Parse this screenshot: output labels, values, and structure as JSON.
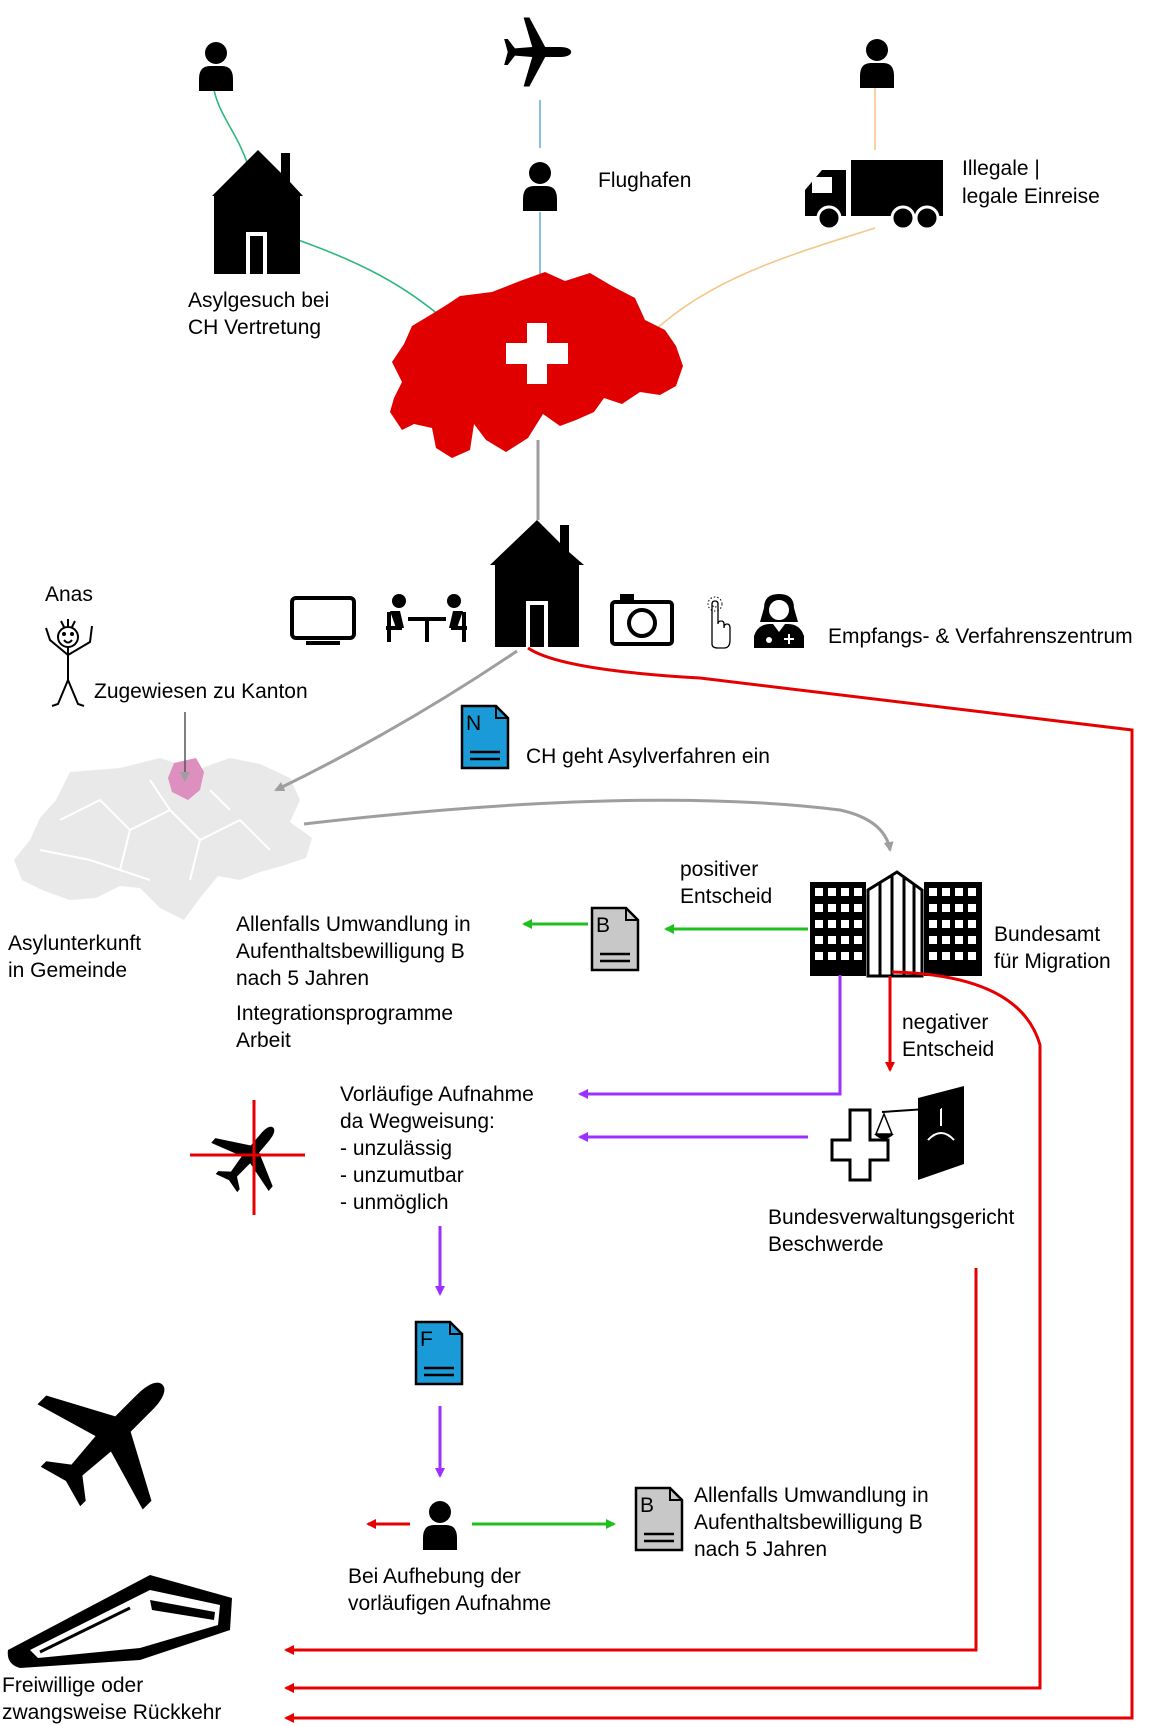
{
  "labels": {
    "anas": "Anas",
    "asyl_gesuch_line1": "Asylgesuch bei",
    "asyl_gesuch_line2": "CH Vertretung",
    "flughafen": "Flughafen",
    "einreise_line1": "Illegale |",
    "einreise_line2": "legale Einreise",
    "zentrum": "Empfangs- & Verfahrenszentrum",
    "zugewiesen": "Zugewiesen zu Kanton",
    "ch_geht_ein": "CH geht Asylverfahren ein",
    "positiver_line1": "positiver",
    "positiver_line2": "Entscheid",
    "asylunterkunft_line1": "Asylunterkunft",
    "asylunterkunft_line2": "in Gemeinde",
    "umwandlung1_line1": "Allenfalls Umwandlung in",
    "umwandlung1_line2": "Aufenthaltsbewilligung B",
    "umwandlung1_line3": "nach 5 Jahren",
    "integration_line1": "Integrationsprogramme",
    "integration_line2": "Arbeit",
    "bundesamt_line1": "Bundesamt",
    "bundesamt_line2": "für Migration",
    "negativer_line1": "negativer",
    "negativer_line2": "Entscheid",
    "vorlaeufig_line1": "Vorläufige Aufnahme",
    "vorlaeufig_line2": "da Wegweisung:",
    "vorlaeufig_line3": "- unzulässig",
    "vorlaeufig_line4": "- unzumutbar",
    "vorlaeufig_line5": "- unmöglich",
    "gericht_line1": "Bundesverwaltungsgericht",
    "gericht_line2": "Beschwerde",
    "aufhebung_line1": "Bei Aufhebung der",
    "aufhebung_line2": "vorläufigen Aufnahme",
    "umwandlung2_line1": "Allenfalls Umwandlung in",
    "umwandlung2_line2": "Aufenthaltsbewilligung B",
    "umwandlung2_line3": "nach 5 Jahren",
    "rueckkehr_line1": "Freiwillige oder",
    "rueckkehr_line2": "zwangsweise Rückkehr"
  },
  "documents": {
    "n": "N",
    "b1": "B",
    "f": "F",
    "b2": "B"
  },
  "icons": [
    "person-icon",
    "airplane-icon",
    "truck-icon",
    "house-icon",
    "switzerland-map-icon",
    "swiss-cross-icon",
    "tv-icon",
    "meeting-table-icon",
    "camera-icon",
    "fingerprint-icon",
    "doctor-icon",
    "stick-figure-icon",
    "canton-map-icon",
    "document-icon",
    "federal-building-icon",
    "justice-scales-icon",
    "crossed-airplane-icon",
    "train-icon"
  ],
  "colors": {
    "swiss_red": "#e00000",
    "green_line": "#2db87d",
    "blue_line": "#6ab0d8",
    "orange_line": "#f4c78a",
    "gray_arrow": "#9e9e9e",
    "positive_green": "#1fbf1f",
    "negative_red": "#e60000",
    "provisional_purple": "#9b30ff",
    "doc_blue": "#1a9bd7",
    "doc_gray": "#c8c8c8",
    "canton_pink": "#dd8fc0",
    "map_gray": "#e9e9e9"
  }
}
